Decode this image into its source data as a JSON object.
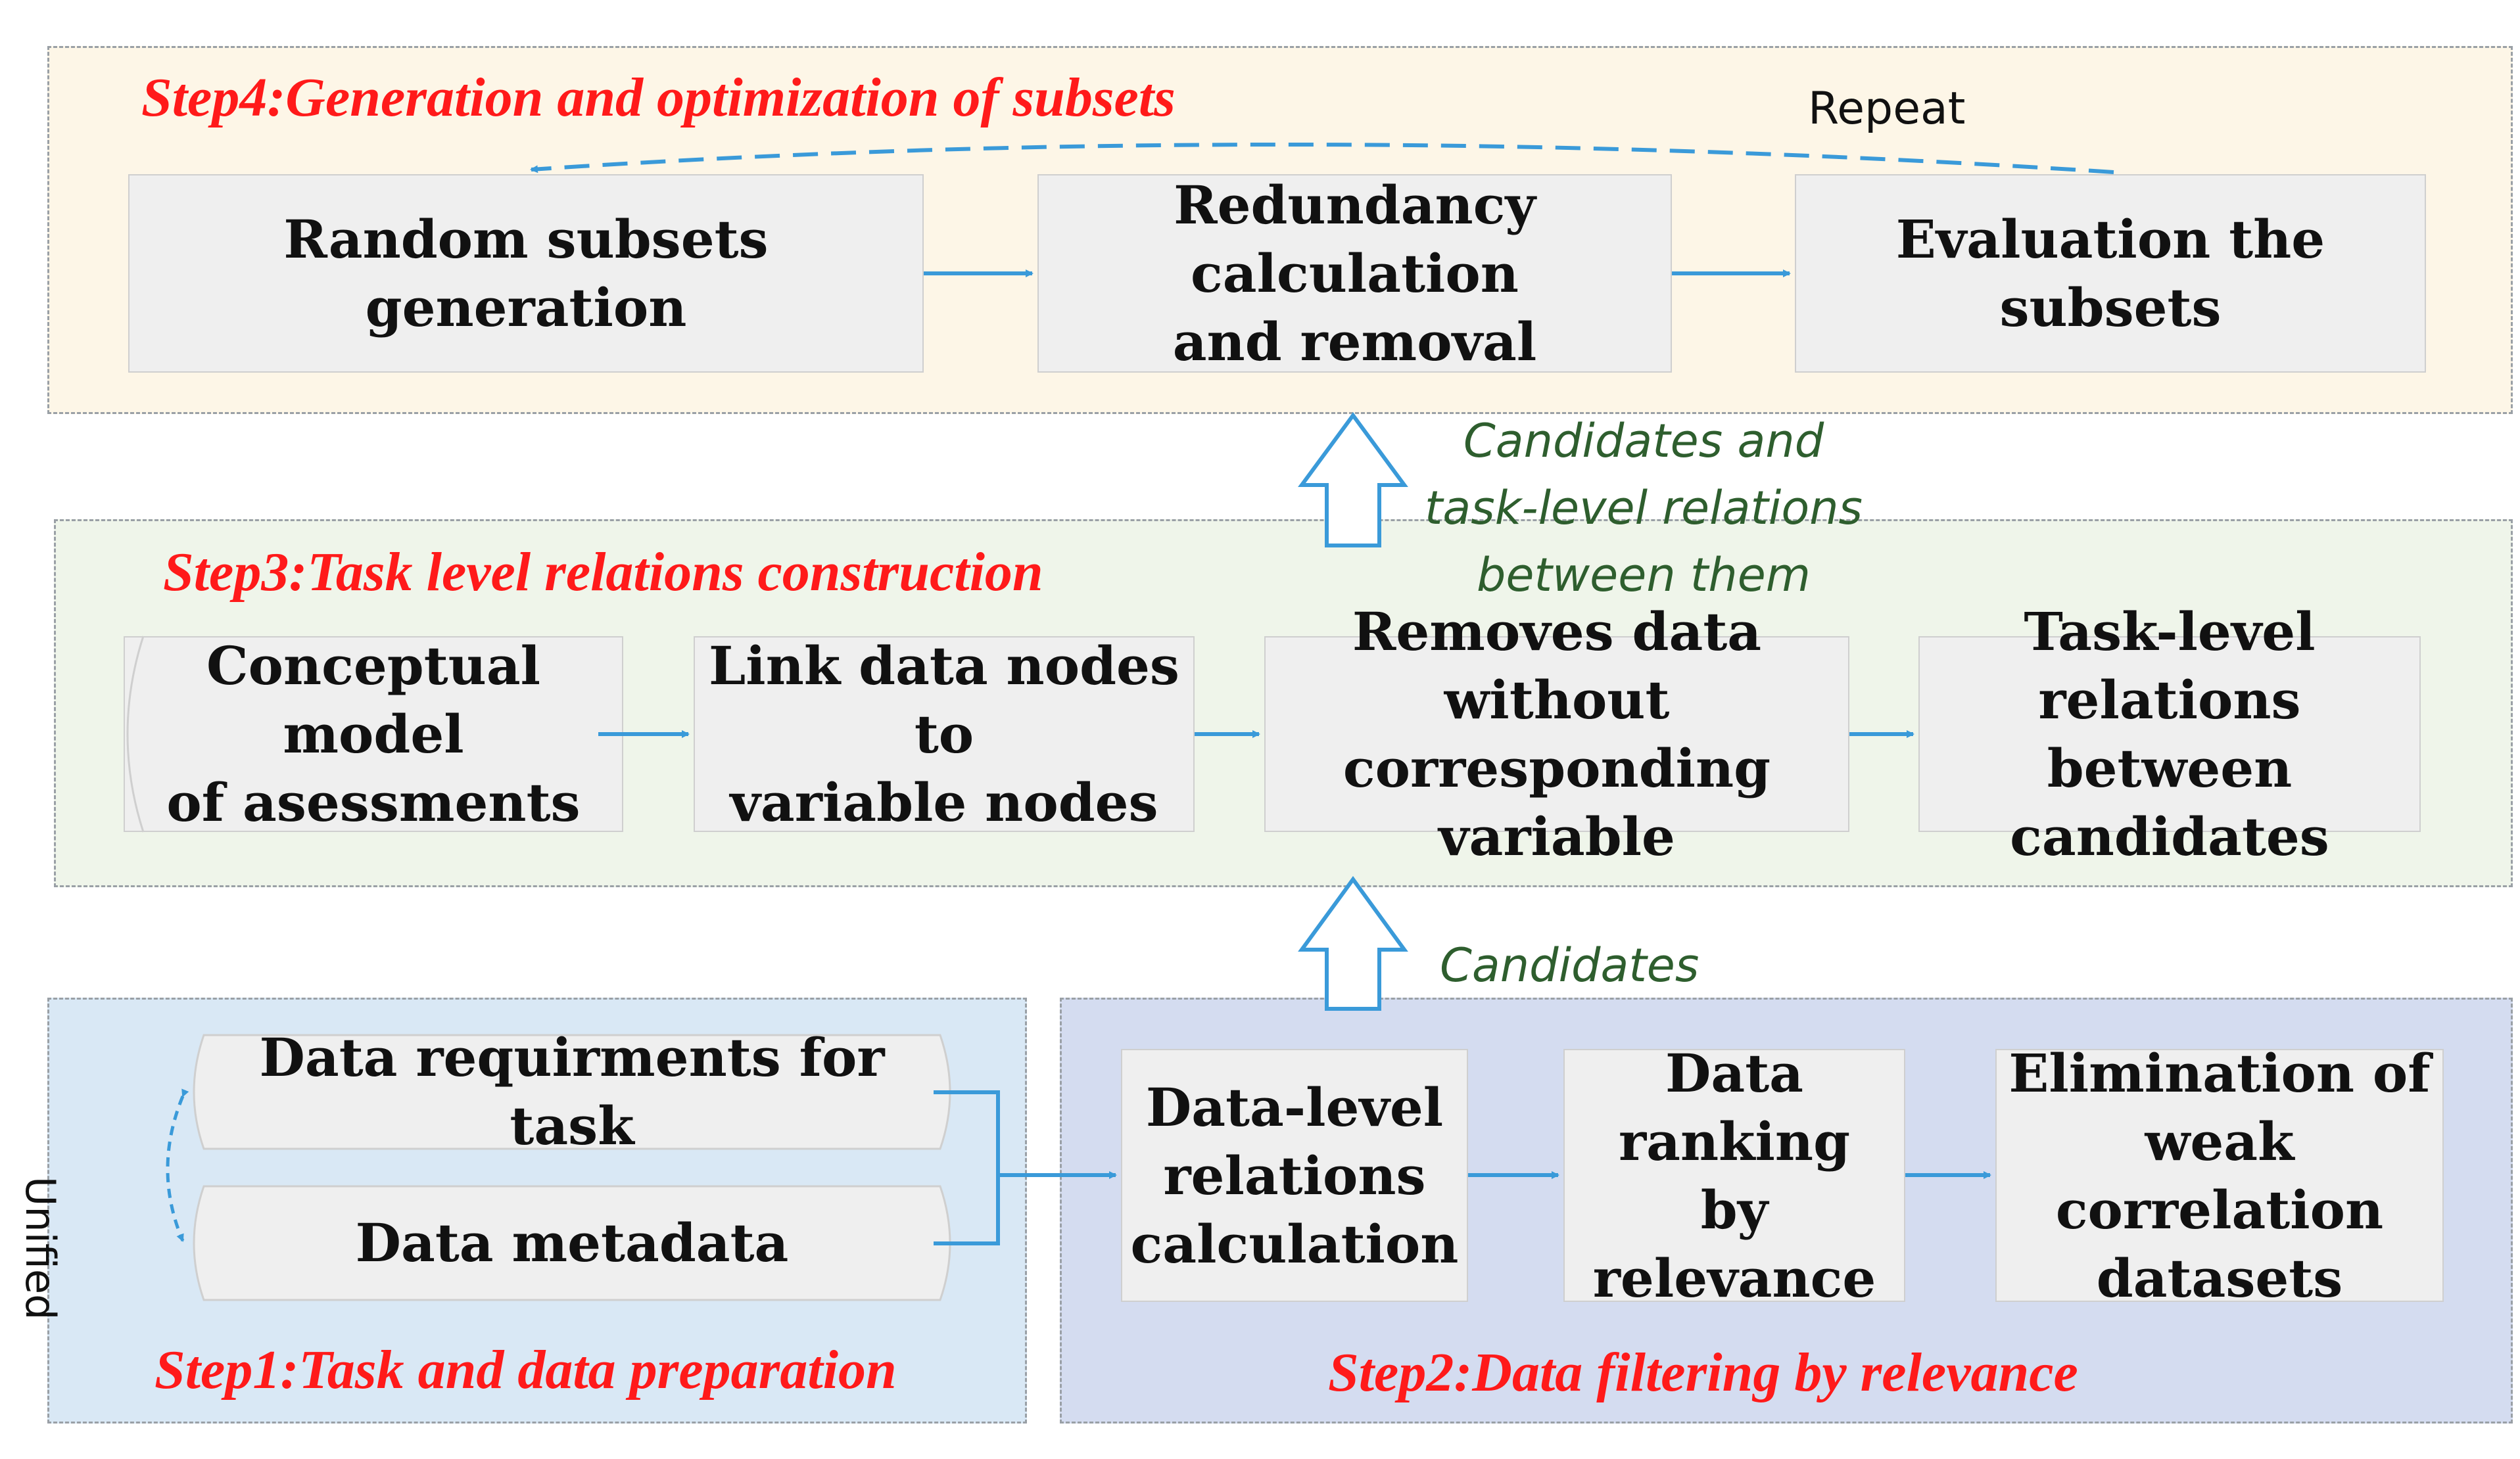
{
  "colors": {
    "step_label": "#ff1a1a",
    "arrow": "#3a9ad9",
    "note": "#2e5e2e",
    "step4_bg": "#fdf6e7",
    "step3_bg": "#eff5ea",
    "step1_bg": "#d9e8f5",
    "step2_bg": "#d4dcf0",
    "box_bg": "#efefef"
  },
  "step4": {
    "label": "Step4:Generation and optimization of subsets",
    "repeat_label": "Repeat",
    "boxes": [
      "Random subsets generation",
      "Redundancy calculation\nand removal",
      "Evaluation the subsets"
    ]
  },
  "step3": {
    "label": "Step3:Task level relations construction",
    "boxes": [
      "Conceptual model\nof asessments",
      "Link data nodes to\nvariable nodes",
      "Removes data without\ncorresponding variable",
      "Task-level relations\nbetween candidates"
    ]
  },
  "step2": {
    "label": "Step2:Data filtering by  relevance",
    "boxes": [
      "Data-level\nrelations\ncalculation",
      "Data ranking\nby relevance",
      "Elimination of\nweak correlation\ndatasets"
    ]
  },
  "step1": {
    "label": "Step1:Task and data preparation",
    "boxes": [
      "Data requirments for task",
      "Data metadata"
    ],
    "unified_label": "Unified"
  },
  "notes": {
    "step3_to_4": "Candidates  and\ntask-level relations\nbetween them",
    "step2_to_3": "Candidates"
  }
}
